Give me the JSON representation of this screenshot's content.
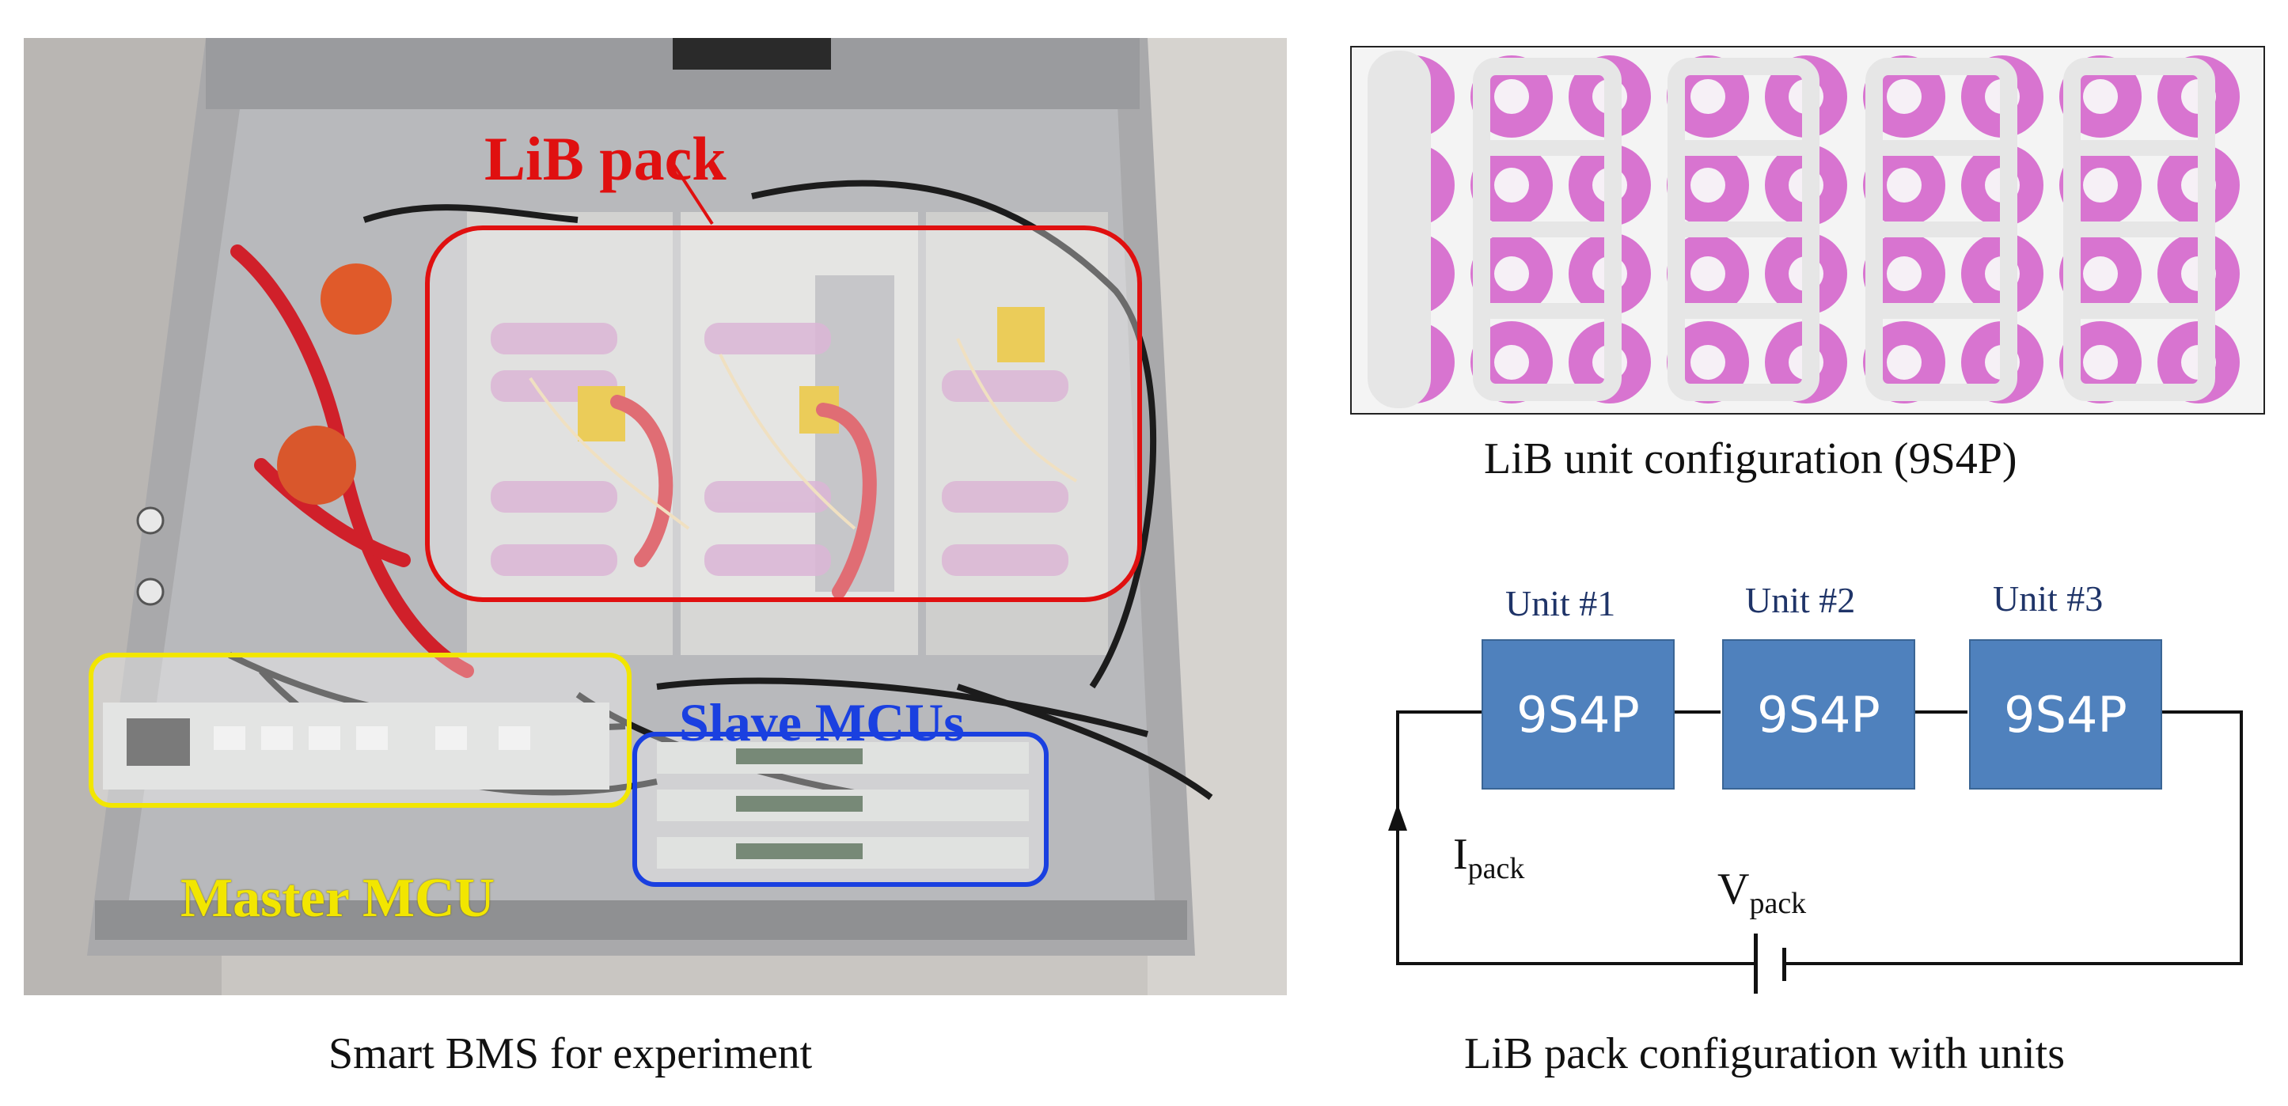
{
  "left_panel": {
    "caption": "Smart BMS for experiment",
    "labels": {
      "lib_pack": "LiB pack",
      "slave_mcus": "Slave MCUs",
      "master_mcu": "Master MCU"
    },
    "colors": {
      "lib_pack": "#e01010",
      "slave_mcus": "#1a40e0",
      "master_mcu": "#f2e600"
    }
  },
  "right_top": {
    "caption": "LiB unit configuration (9S4P)",
    "colors": {
      "cell": "#d874d0",
      "strip": "#e6e6e6"
    }
  },
  "right_bottom": {
    "caption": "LiB pack configuration with units",
    "units": [
      {
        "title": "Unit #1",
        "label": "9S4P"
      },
      {
        "title": "Unit #2",
        "label": "9S4P"
      },
      {
        "title": "Unit #3",
        "label": "9S4P"
      }
    ],
    "current_symbol": {
      "main": "I",
      "sub": "pack"
    },
    "voltage_symbol": {
      "main": "V",
      "sub": "pack"
    },
    "colors": {
      "unit_fill": "#4f81bd",
      "unit_title": "#1f3468"
    }
  }
}
